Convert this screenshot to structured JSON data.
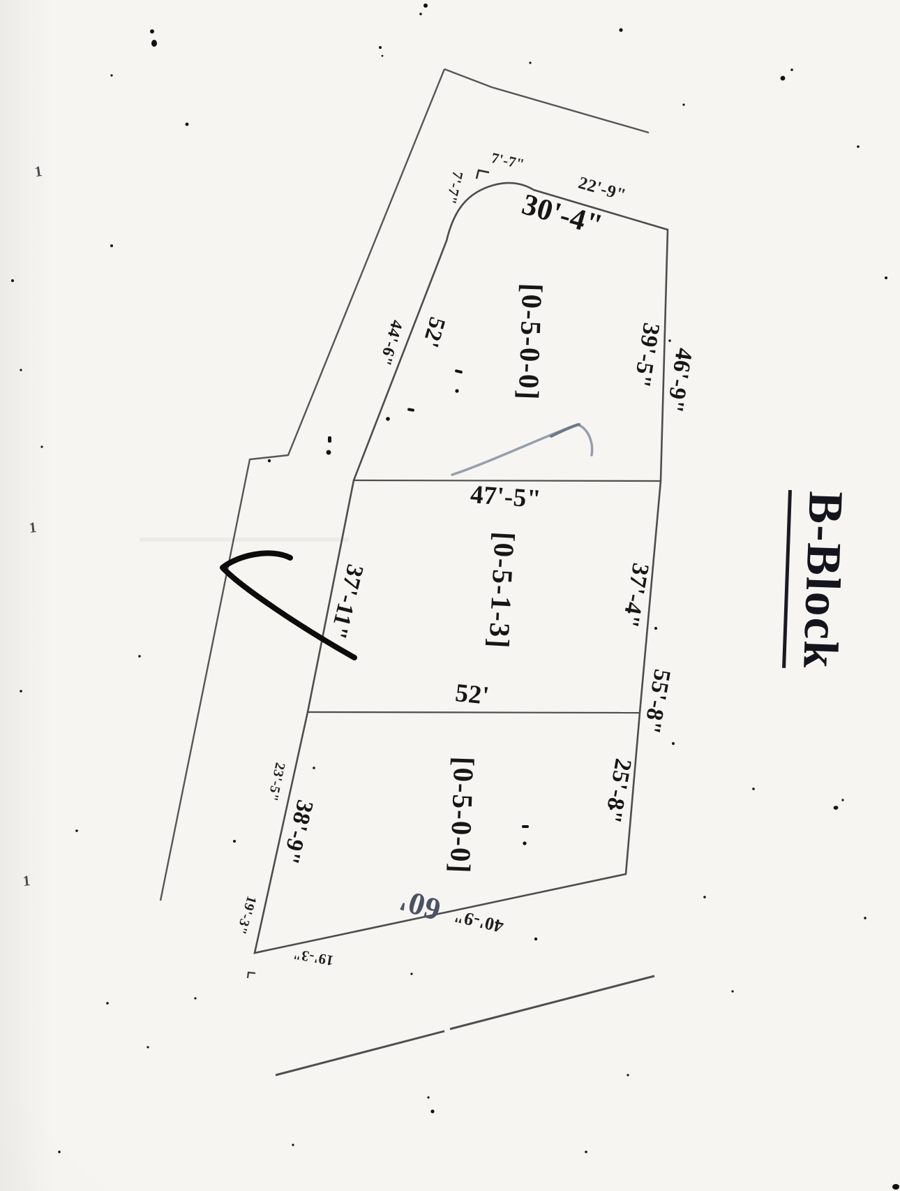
{
  "document": {
    "type": "scanned plot survey sketch",
    "block_title": "B-Block"
  },
  "title": {
    "text": "B-Block"
  },
  "plots": [
    {
      "name": "plot-1",
      "unit_code": "[0-5-0-0]",
      "dims": {
        "outer_top": "22'-9\"",
        "top": "30'-4\"",
        "corner_top": "7'-7\"",
        "corner_side": "7'-7\"",
        "left": "52'",
        "outer_left": "44'-6\"",
        "right": "39'-5\"",
        "outer_right": "46'-9\""
      }
    },
    {
      "name": "plot-2",
      "unit_code": "[0-5-1-3]",
      "dims": {
        "top": "47'-5\"",
        "left": "37'-11\"",
        "right": "37'-4\"",
        "outer_right": "55'-8\""
      }
    },
    {
      "name": "plot-3",
      "unit_code": "[0-5-0-0]",
      "dims": {
        "top": "52'",
        "left": "38'-9\"",
        "outer_left_upper": "23'-5\"",
        "outer_left_lower": "19'-3\"",
        "right": "25'-8\"",
        "bottom": "60'",
        "outer_bottom": "40'-9\"",
        "outer_bottom_left": "19'-3\""
      }
    }
  ],
  "margin_marks": [
    "1",
    "1",
    "1"
  ],
  "annotations": {
    "handwritten_checkmark": "black ink check mark over plot-2 left boundary",
    "pen_tick": "blue-gray pen tick above plot divider 1"
  },
  "colors": {
    "paper": "#f6f5f1",
    "ink": "#161616",
    "boundary_line": "#4d4d4d",
    "handwritten_black": "#0c0c0c",
    "pen_blue_gray": "#969eae",
    "stamp_blue": "#4a5263"
  }
}
